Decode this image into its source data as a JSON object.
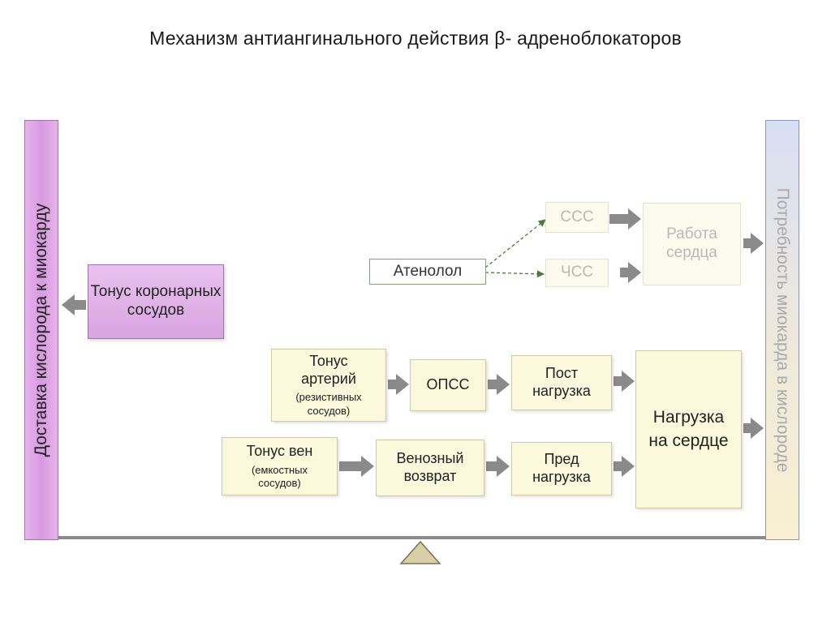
{
  "title": "Механизм антиангинального действия β- адреноблокаторов",
  "left_bar": {
    "label": "Доставка кислорода к миокарду"
  },
  "right_bar": {
    "label": "Потребность миокарда в кислороде"
  },
  "nodes": {
    "coronary_tone": "Тонус коронарных сосудов",
    "atenolol": "Атенолол",
    "sss": "ССС",
    "chss": "ЧСС",
    "heart_work": "Работа сердца",
    "arterial_tone": "Тонус артерий",
    "arterial_tone_note": "(резистивных сосудов)",
    "opss": "ОПСС",
    "afterload": "Пост нагрузка",
    "vein_tone": "Тонус вен",
    "vein_tone_note": "(емкостных сосудов)",
    "venous_return": "Венозный возврат",
    "preload": "Пред нагрузка",
    "heart_load": "Нагрузка на сердце"
  },
  "colors": {
    "arrow": "#8a8a8a",
    "dashed_arrow": "#4d7a3a",
    "purple": "#d9a4e2",
    "yellow": "#fbf8dc",
    "fulcrum": "#d8cfa8"
  }
}
